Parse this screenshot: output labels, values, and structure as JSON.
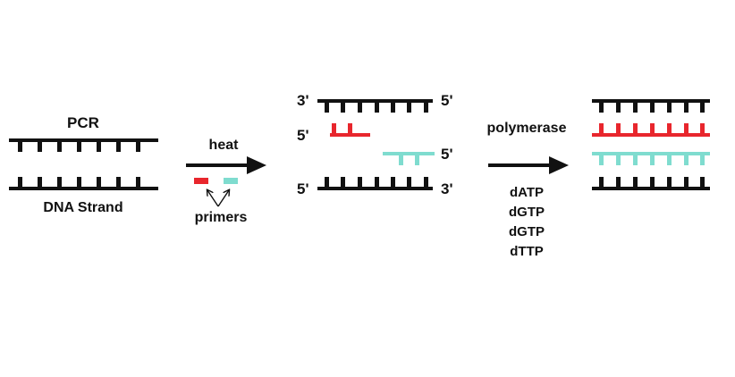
{
  "colors": {
    "strand": "#111111",
    "primer_red": "#e8262d",
    "primer_teal": "#7fdccf"
  },
  "stage1": {
    "title": "PCR",
    "caption": "DNA Strand"
  },
  "step1": {
    "arrow_label": "heat",
    "primers_label": "primers"
  },
  "stage2": {
    "top_left": "3'",
    "top_right": "5'",
    "red_primer_end": "5'",
    "teal_primer_end": "5'",
    "bottom_left": "5'",
    "bottom_right": "3'"
  },
  "step2": {
    "arrow_label": "polymerase",
    "nucleotides": [
      "dATP",
      "dGTP",
      "dGTP",
      "dTTP"
    ]
  }
}
